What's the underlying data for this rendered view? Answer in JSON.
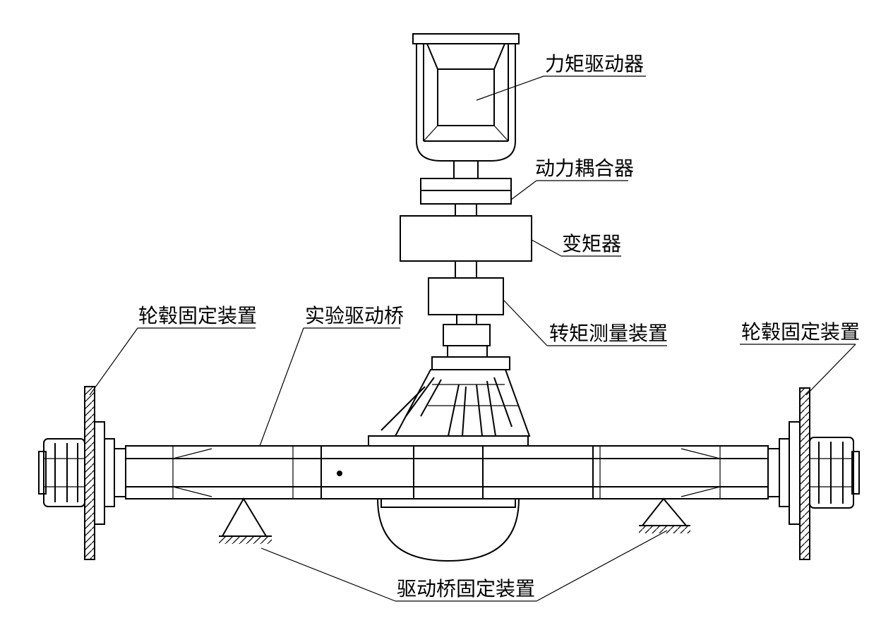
{
  "labels": {
    "torque_driver": "力矩驱动器",
    "power_coupler": "动力耦合器",
    "torque_converter": "变矩器",
    "torque_measurement": "转矩测量装置",
    "hub_fixture_left": "轮毂固定装置",
    "hub_fixture_right": "轮毂固定装置",
    "test_drive_axle": "实验驱动桥",
    "axle_fixture": "驱动桥固定装置"
  },
  "colors": {
    "stroke": "#000000",
    "background": "#ffffff"
  }
}
